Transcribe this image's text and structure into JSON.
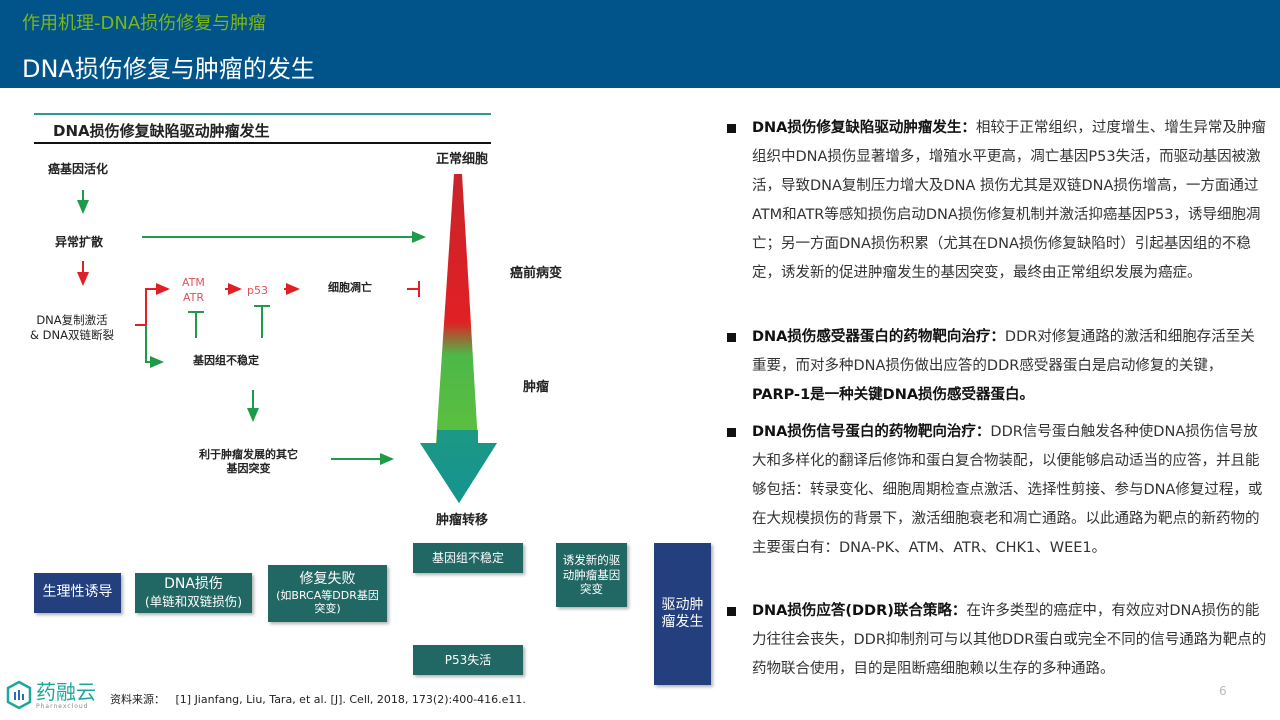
{
  "header": {
    "section": "作用机理-DNA损伤修复与肿瘤",
    "title": "DNA损伤修复与肿瘤的发生"
  },
  "figure": {
    "title": "DNA损伤修复缺陷驱动肿瘤发生",
    "normal_cell": "正常细胞",
    "precancer": "癌前病变",
    "tumor": "肿瘤",
    "metastasis": "肿瘤转移",
    "oncogene": "癌基因活化",
    "proliferation": "异常扩散",
    "dna_damage": [
      "DNA复制激活",
      "& DNA双链断裂"
    ],
    "atm": "ATM",
    "atr": "ATR",
    "p53": "p53",
    "apoptosis": "细胞凋亡",
    "instability": "基因组不稳定",
    "other_mut": [
      "利于肿瘤发展的其它",
      "基因突变"
    ]
  },
  "flow": {
    "induce": "生理性诱导",
    "damage": [
      "DNA损伤",
      "(单链和双链损伤)"
    ],
    "repair_fail": [
      "修复失败",
      "(如BRCA等DDR基因",
      "突变)"
    ],
    "instability": "基因组不稳定",
    "p53_loss": "P53失活",
    "new_mut": "诱发新的驱动肿瘤基因突变",
    "driver": "驱动肿瘤发生"
  },
  "bullets": [
    {
      "head": "DNA损伤修复缺陷驱动肿瘤发生：",
      "body": "相较于正常组织，过度增生、增生异常及肿瘤组织中DNA损伤显著增多，增殖水平更高，凋亡基因P53失活，而驱动基因被激活，导致DNA复制压力增大及DNA 损伤尤其是双链DNA损伤增高，一方面通过ATM和ATR等感知损伤启动DNA损伤修复机制并激活抑癌基因P53，诱导细胞凋亡；另一方面DNA损伤积累（尤其在DNA损伤修复缺陷时）引起基因组的不稳定，诱发新的促进肿瘤发生的基因突变，最终由正常组织发展为癌症。",
      "tail": ""
    },
    {
      "head": "DNA损伤感受器蛋白的药物靶向治疗：",
      "body": "DDR对修复通路的激活和细胞存活至关重要，而对多种DNA损伤做出应答的DDR感受器蛋白是启动修复的关键，",
      "tail": "PARP-1是一种关键DNA损伤感受器蛋白。"
    },
    {
      "head": "DNA损伤信号蛋白的药物靶向治疗：",
      "body": "DDR信号蛋白触发各种使DNA损伤信号放大和多样化的翻译后修饰和蛋白复合物装配，以便能够启动适当的应答，并且能够包括：转录变化、细胞周期检查点激活、选择性剪接、参与DNA修复过程，或在大规模损伤的背景下，激活细胞衰老和凋亡通路。以此通路为靶点的新药物的主要蛋白有：DNA-PK、ATM、ATR、CHK1、WEE1。",
      "tail": ""
    },
    {
      "head": "DNA损伤应答(DDR)联合策略：",
      "body": "在许多类型的癌症中，有效应对DNA损伤的能力往往会丧失，DDR抑制剂可与以其他DDR蛋白或完全不同的信号通路为靶点的药物联合使用，目的是阻断癌细胞赖以生存的多种通路。",
      "tail": ""
    }
  ],
  "footer": {
    "source": "资料来源：   [1] Jianfang, Liu, Tara, et al. [J]. Cell, 2018, 173(2):400-416.e11.",
    "logo": "药融云",
    "logo_sub": "Pharnexcloud",
    "page": "6"
  },
  "colors": {
    "header": "#01548a",
    "accent": "#7cb518",
    "teal": "#216763",
    "navy": "#233f7d"
  }
}
